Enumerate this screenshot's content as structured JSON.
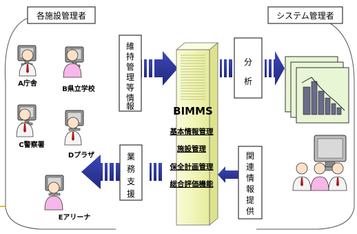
{
  "left_group": {
    "title": "各施設管理者",
    "facilities": [
      {
        "name": "A庁舎",
        "person": "male"
      },
      {
        "name": "B県立学校",
        "person": "female"
      },
      {
        "name": "C警察署",
        "person": "male"
      },
      {
        "name": "Dプラザ",
        "person": "male"
      },
      {
        "name": "Eアリーナ",
        "person": "female"
      }
    ]
  },
  "right_group": {
    "title": "システム管理者"
  },
  "center": {
    "system_name": "BIMMS",
    "functions": [
      "基本情報管理",
      "施設管理",
      "保全計画管理",
      "総合評価機能"
    ]
  },
  "flow_boxes": {
    "maintenance_info": "維持管理等情報",
    "business_support": "業務支援",
    "analysis": "分析",
    "related_info": "関連情報提供"
  },
  "colors": {
    "arrow": "#2f3a9c",
    "server": "#f4f7c4",
    "female_shirt": "#f7b7e8",
    "male_shirt": "#ffffff",
    "doc": "#e9f6d6"
  }
}
